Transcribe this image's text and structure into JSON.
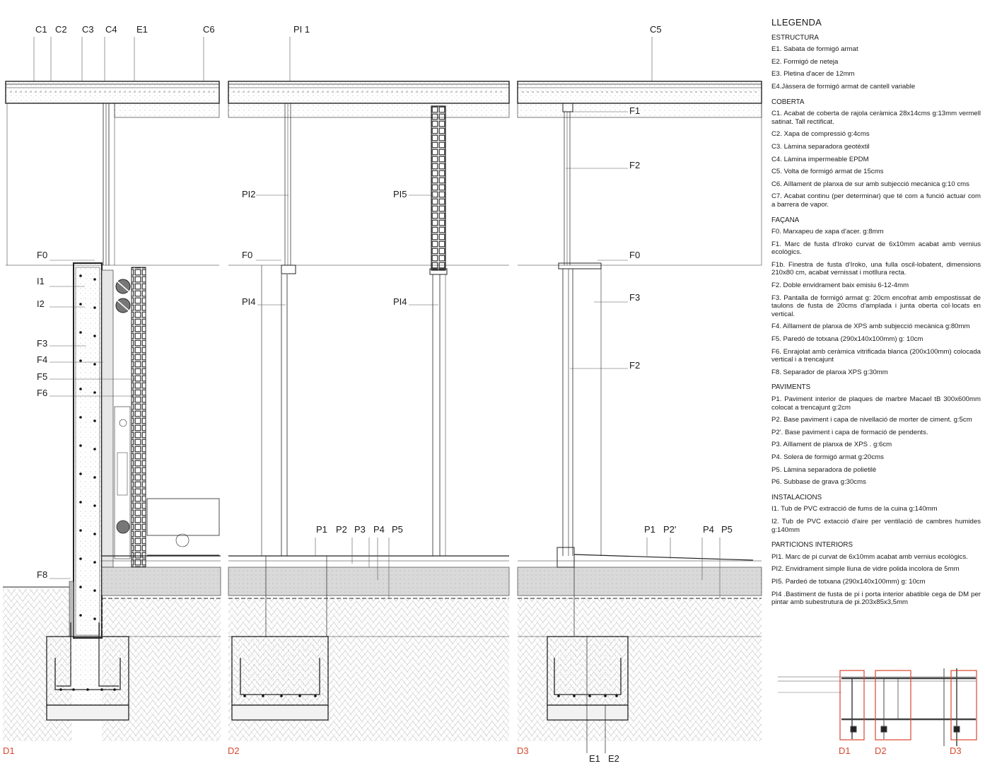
{
  "legend": {
    "title": "LLEGENDA",
    "sections": [
      {
        "heading": "ESTRUCTURA",
        "items": [
          "E1. Sabata de formigó armat",
          "E2. Formigó de neteja",
          "E3. Pletina d'acer de 12mm",
          "E4.Jàssera de formigó armat de cantell variable"
        ]
      },
      {
        "heading": "COBERTA",
        "items": [
          "C1. Acabat de coberta de rajola ceràmica 28x14cms g:13mm vermell satinat. Tall rectificat.",
          "C2. Xapa de compressió g:4cms",
          "C3. Làmina separadora geotèxtil",
          "C4. Làmina impermeable EPDM",
          "C5. Volta de formigó armat de 15cms",
          "C6. Aïllament de planxa de sur amb subjecció mecànica g:10 cms",
          "C7. Acabat continu (per determinar) que té com a funció actuar com a barrera de vapor."
        ]
      },
      {
        "heading": "FAÇANA",
        "items": [
          "F0. Marxapeu de xapa d'acer. g:8mm",
          "F1. Marc de fusta d'Iroko curvat de 6x10mm acabat amb vernius ecològics.",
          "F1b. Finestra de fusta d'Iroko, una fulla oscil-lobatent, dimensions 210x80 cm, acabat vernissat i motllura recta.",
          "F2. Doble envidrament baix emisiu 6-12-4mm",
          "F3. Pantalla de formigó armat g: 20cm encofrat amb empostissat de taulons de fusta de 20cms d'amplada i junta oberta col·locats en vertical.",
          "F4. Aïllament de planxa de XPS amb subjecció mecànica g:80mm",
          "F5. Paredó de totxana (290x140x100mm) g: 10cm",
          "F6. Enrajolat amb ceràmica vitrificada blanca (200x100mm) colocada vertical i a trencajunt",
          "F8. Separador de planxa XPS g:30mm"
        ]
      },
      {
        "heading": "PAVIMENTS",
        "items": [
          "P1. Paviment interior de plaques de marbre Macael tB 300x600mm colocat a trencajunt g:2cm",
          "P2. Base paviment i capa de nivellació de morter de ciment. g:5cm",
          "P2'. Base paviment i capa de formació de pendents.",
          "P3. Aïllament de planxa de XPS . g:6cm",
          "P4. Solera de formigó armat g:20cms",
          "P5. Làmina separadora de polietilè",
          "P6. Subbase de grava g:30cms"
        ]
      },
      {
        "heading": "INSTALACIONS",
        "items": [
          "I1. Tub de PVC extracció de fums de la cuina g:140mm",
          "I2. Tub de PVC extacció d'aire per ventilació de cambres humides g:140mm"
        ]
      },
      {
        "heading": "PARTICIONS INTERIORS",
        "items": [
          "PI1. Marc de pi curvat de 6x10mm acabat amb vernius ecològics.",
          "PI2. Envidrament simple lluna de vidre polida incolora de 5mm",
          "PI5. Pardeó de totxana (290x140x100mm) g: 10cm",
          "PI4 .Bastiment de fusta de pi i porta interior abatible cega de DM per pintar amb subestrutura de pi.203x85x3,5mm"
        ]
      }
    ]
  },
  "labels": {
    "d1": {
      "c1": "C1",
      "c2": "C2",
      "c3": "C3",
      "c4": "C4",
      "e1": "E1",
      "c6": "C6",
      "f0": "F0",
      "i1": "I1",
      "i2": "I2",
      "f3": "F3",
      "f4": "F4",
      "f5": "F5",
      "f6": "F6",
      "f8": "F8"
    },
    "d2": {
      "pi1": "PI 1",
      "pi2": "PI2",
      "pi5": "PI5",
      "f0": "F0",
      "pi4a": "PI4",
      "pi4b": "PI4",
      "p1": "P1",
      "p2": "P2",
      "p3": "P3",
      "p4": "P4",
      "p5": "P5"
    },
    "d3": {
      "c5": "C5",
      "f1": "F1",
      "f2a": "F2",
      "f0": "F0",
      "f3": "F3",
      "f2b": "F2",
      "p1": "P1",
      "p2p": "P2'",
      "p4": "P4",
      "p5": "P5",
      "e1": "E1",
      "e2": "E2"
    }
  },
  "sections": {
    "d1": "D1",
    "d2": "D2",
    "d3": "D3"
  },
  "keymap": {
    "d1": "D1",
    "d2": "D2",
    "d3": "D3"
  },
  "colors": {
    "accent": "#d8472e",
    "line": "#1a1a1a"
  }
}
